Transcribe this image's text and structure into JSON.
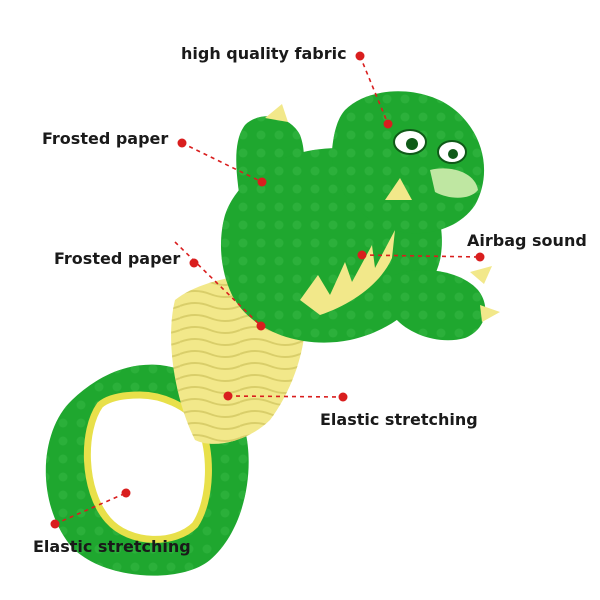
{
  "labels": {
    "high_quality_fabric": "high quality fabric",
    "frosted_paper_top": "Frosted paper",
    "frosted_paper_middle": "Frosted paper",
    "airbag_sound": "Airbag sound",
    "elastic_stretching_right": "Elastic stretching",
    "elastic_stretching_bottom": "Elastic stretching"
  },
  "colors": {
    "body_green": "#1fa72f",
    "dark_green": "#138a22",
    "light_green": "#45c14f",
    "belly_yellow": "#f2e88a",
    "callout_red": "#d91e1e",
    "label_text": "#1a1a1a"
  },
  "product": {
    "depiction": "green-dinosaur-plush-dog-toy-icon"
  }
}
